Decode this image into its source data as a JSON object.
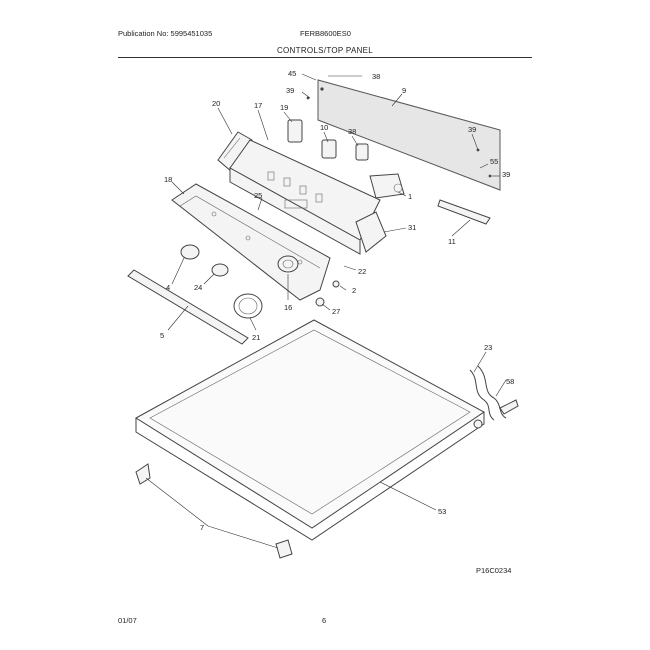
{
  "header": {
    "publication": "Publication No: 5995451035",
    "model": "FERB8600ES0",
    "title": "CONTROLS/TOP PANEL"
  },
  "footer": {
    "date": "01/07",
    "page": "6"
  },
  "figure_ref": "P16C0234",
  "callouts": [
    {
      "id": "c45",
      "label": "45"
    },
    {
      "id": "c38a",
      "label": "38"
    },
    {
      "id": "c9",
      "label": "9"
    },
    {
      "id": "c39a",
      "label": "39"
    },
    {
      "id": "c20",
      "label": "20"
    },
    {
      "id": "c17",
      "label": "17"
    },
    {
      "id": "c19",
      "label": "19"
    },
    {
      "id": "c10",
      "label": "10"
    },
    {
      "id": "c38b",
      "label": "38"
    },
    {
      "id": "c39b",
      "label": "39"
    },
    {
      "id": "c55",
      "label": "55"
    },
    {
      "id": "c39c",
      "label": "39"
    },
    {
      "id": "c18",
      "label": "18"
    },
    {
      "id": "c1",
      "label": "1"
    },
    {
      "id": "c25",
      "label": "25"
    },
    {
      "id": "c31",
      "label": "31"
    },
    {
      "id": "c11",
      "label": "11"
    },
    {
      "id": "c4",
      "label": "4"
    },
    {
      "id": "c24",
      "label": "24"
    },
    {
      "id": "c22",
      "label": "22"
    },
    {
      "id": "c2",
      "label": "2"
    },
    {
      "id": "c16",
      "label": "16"
    },
    {
      "id": "c27",
      "label": "27"
    },
    {
      "id": "c5",
      "label": "5"
    },
    {
      "id": "c21",
      "label": "21"
    },
    {
      "id": "c23",
      "label": "23"
    },
    {
      "id": "c58",
      "label": "58"
    },
    {
      "id": "c53",
      "label": "53"
    },
    {
      "id": "c7",
      "label": "7"
    }
  ]
}
